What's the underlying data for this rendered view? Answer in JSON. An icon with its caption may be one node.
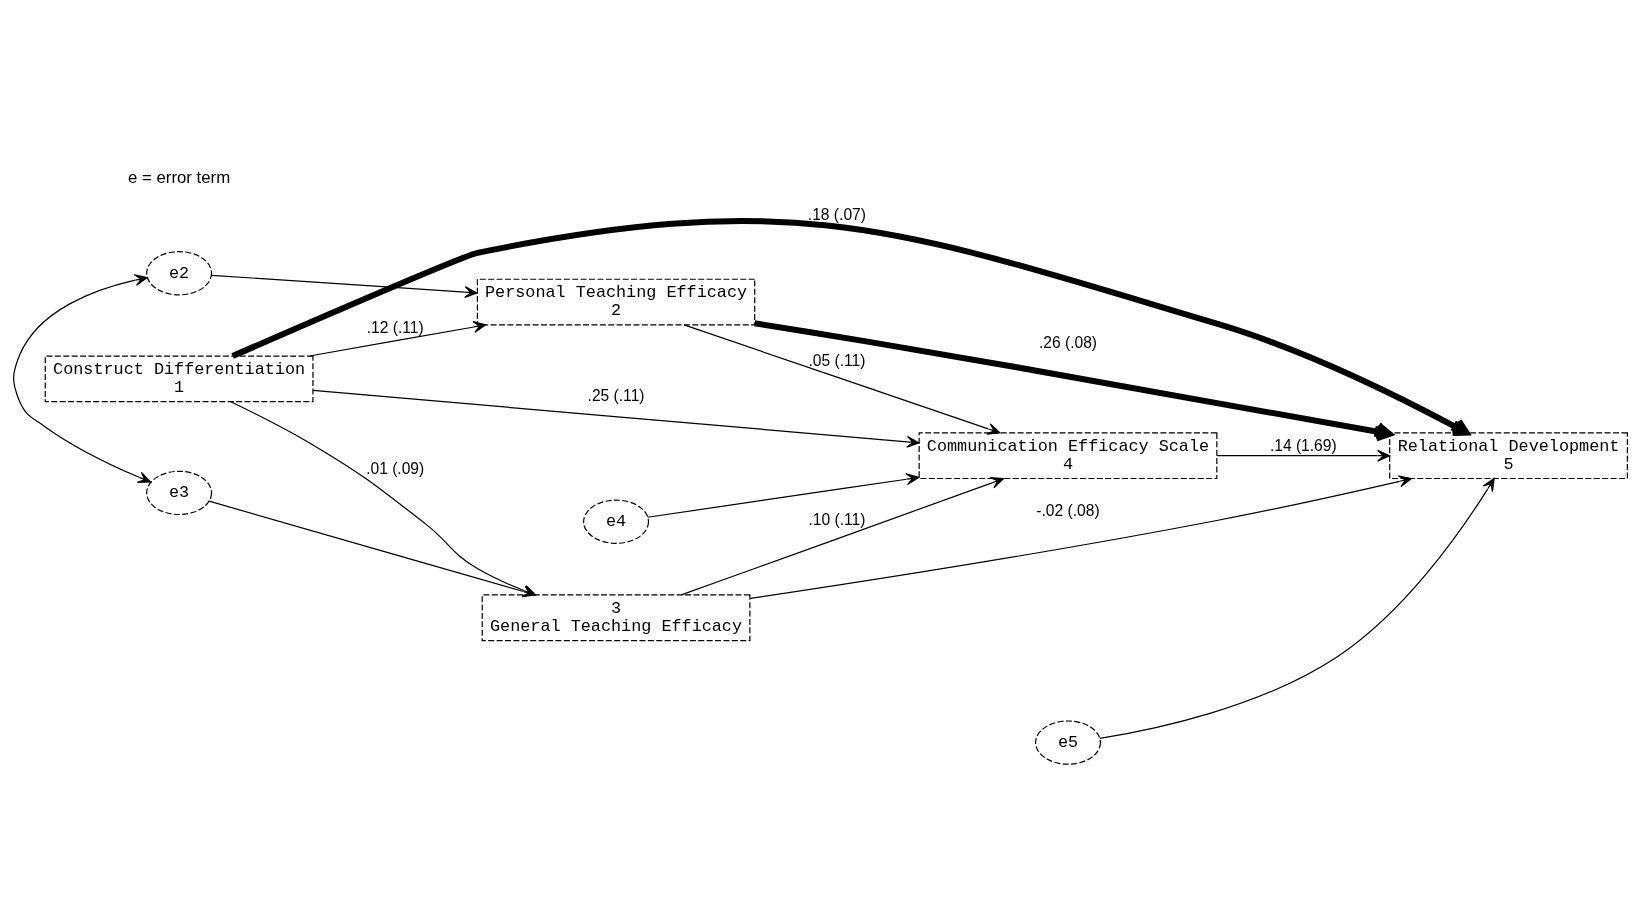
{
  "diagram": {
    "nodes": [
      {
        "text": [
          "Construct Differentiation",
          "1"
        ]
      },
      {
        "text": [
          "Personal Teaching Efficacy",
          "2"
        ]
      },
      {
        "text": [
          "3",
          "General Teaching Efficacy"
        ]
      },
      {
        "text": [
          "Communication Efficacy Scale",
          "4"
        ]
      },
      {
        "text": [
          "Relational Development",
          "5"
        ]
      },
      {
        "text": [
          "e2"
        ]
      },
      {
        "text": [
          "e3"
        ]
      },
      {
        "text": [
          "e4"
        ]
      },
      {
        "text": [
          "e5"
        ]
      }
    ],
    "edges": [
      {
        "from": 5,
        "to": 6,
        "arrow": "both"
      },
      {
        "from": 5,
        "to": 1,
        "arrow": "to"
      },
      {
        "from": 6,
        "to": 2,
        "arrow": "to"
      },
      {
        "from": 7,
        "to": 3,
        "arrow": "to"
      },
      {
        "from": 8,
        "to": 4,
        "arrow": "to"
      },
      {
        "from": 0,
        "to": 1,
        "arrow": "to",
        "label": ".12 (.11)"
      },
      {
        "from": 0,
        "to": 3,
        "arrow": "to",
        "label": ".25 (.11)"
      },
      {
        "from": 0,
        "to": 4,
        "arrow": "to",
        "label": ".18 (.07)",
        "style": "thick"
      },
      {
        "from": 0,
        "to": 2,
        "arrow": "to",
        "label": ".01 (.09)"
      },
      {
        "from": 1,
        "to": 3,
        "arrow": "to",
        "label": ".05 (.11)"
      },
      {
        "from": 1,
        "to": 4,
        "arrow": "to",
        "label": ".26 (.08)",
        "style": "thick"
      },
      {
        "from": 2,
        "to": 3,
        "arrow": "to",
        "label": ".10 (.11)"
      },
      {
        "from": 2,
        "to": 4,
        "arrow": "to",
        "label": "-.02 (.08)"
      },
      {
        "from": 3,
        "to": 4,
        "arrow": "to",
        "label": ".14 (1.69)"
      }
    ],
    "labels": [
      "e = error term"
    ]
  }
}
